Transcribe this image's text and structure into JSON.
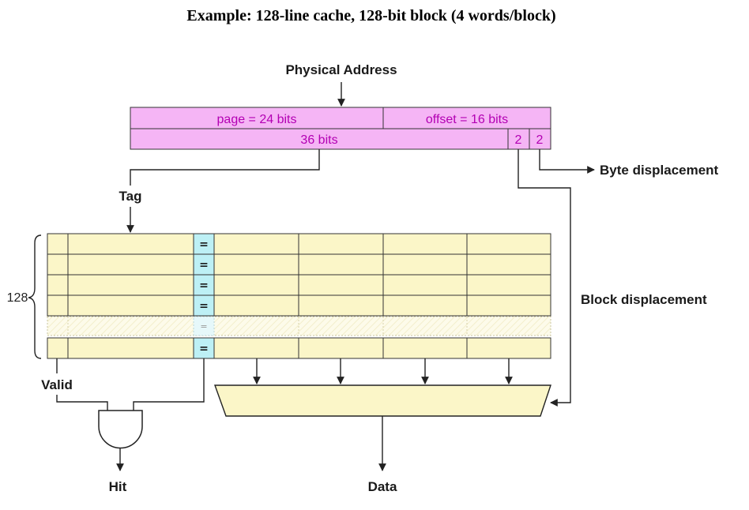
{
  "title": "Example: 128-line cache, 128-bit block (4 words/block)",
  "physical_address_label": "Physical Address",
  "address_fields": {
    "page": "page = 24 bits",
    "offset": "offset = 16 bits",
    "tag_bits": "36 bits",
    "block_bits": "2",
    "byte_bits": "2"
  },
  "labels": {
    "byte_displacement": "Byte displacement",
    "tag": "Tag",
    "line_count": "128",
    "block_displacement": "Block displacement",
    "valid": "Valid",
    "hit": "Hit",
    "data": "Data"
  },
  "comparator_symbol": "=",
  "colors": {
    "address_fill": "#f5b5f5",
    "address_text": "#b300b3",
    "cache_fill": "#fbf6c8",
    "comparator_fill": "#bdf0f5",
    "wire": "#222222"
  }
}
